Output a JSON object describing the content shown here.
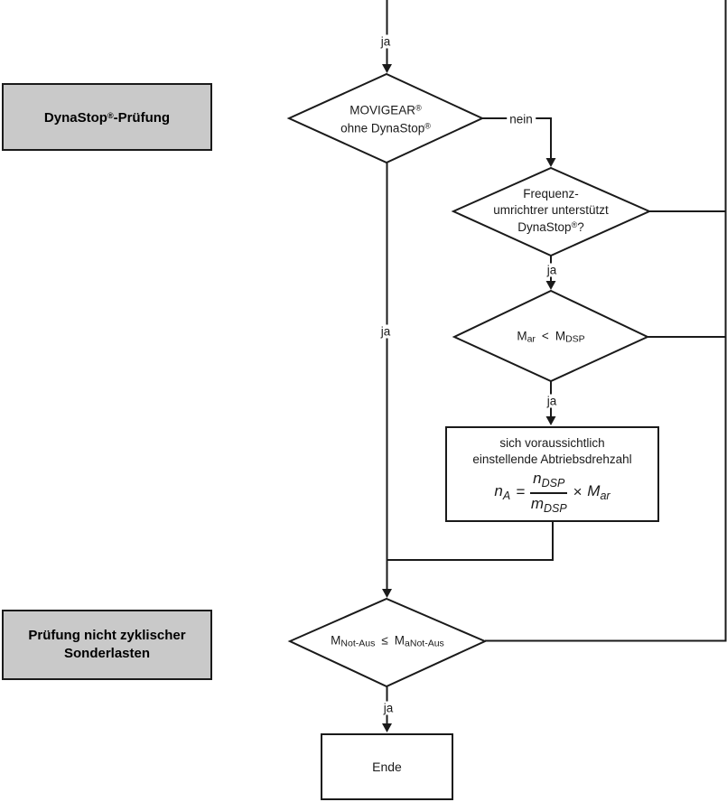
{
  "colors": {
    "phase_box_fill": "#c9c9c9",
    "line": "#1a1a1a",
    "background": "#ffffff"
  },
  "edge_labels": {
    "ja": "ja",
    "nein": "nein"
  },
  "phase_labels": {
    "dynastop": {
      "base": "DynaStop",
      "reg": "®",
      "suffix": "-Prüfung"
    },
    "sonderlasten": {
      "line1": "Prüfung nicht zyklischer",
      "line2": "Sonderlasten"
    }
  },
  "decisions": {
    "movigear": {
      "line1_base": "MOVIGEAR",
      "line1_reg": "®",
      "line2_base": "ohne DynaStop",
      "line2_reg": "®"
    },
    "frequenzumrichter": {
      "line1": "Frequenz-",
      "line2": "umrichtrer unterstützt",
      "line3_base": "DynaStop",
      "line3_reg": "®",
      "line3_tail": "?"
    },
    "torque_check": {
      "lhs": "M",
      "lhs_sub": "ar",
      "op": "<",
      "rhs": "M",
      "rhs_sub": "DSP"
    },
    "notaus_check": {
      "lhs": "M",
      "lhs_sub": "Not-Aus",
      "op": "≤",
      "rhs": "M",
      "rhs_sub": "aNot-Aus"
    }
  },
  "process": {
    "line1": "sich voraussichtlich",
    "line2": "einstellende Abtriebsdrehzahl",
    "formula": {
      "lhs_var": "n",
      "lhs_sub": "A",
      "equals": "=",
      "num_var": "n",
      "num_sub": "DSP",
      "den_var": "m",
      "den_sub": "DSP",
      "times": "×",
      "factor_var": "M",
      "factor_sub": "ar"
    }
  },
  "terminator": {
    "label": "Ende"
  }
}
